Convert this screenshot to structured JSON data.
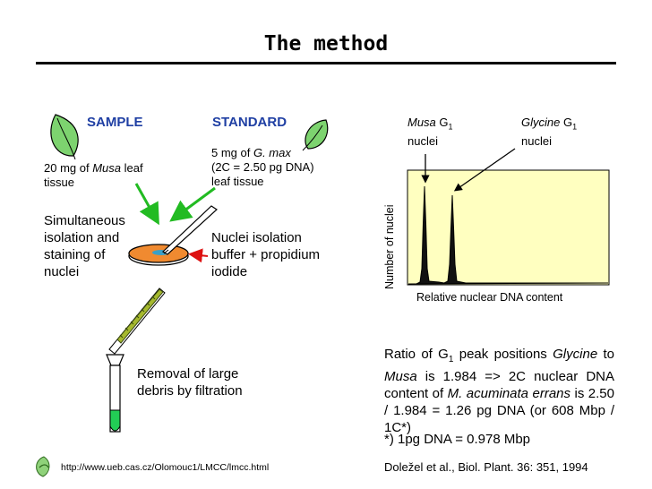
{
  "title": "The method",
  "sample": {
    "heading": "SAMPLE",
    "desc_pre": "20 mg of ",
    "desc_species": "Musa",
    "desc_post": " leaf",
    "desc_line2": "tissue",
    "step1_lines": [
      "Simultaneous",
      "isolation and",
      "staining of",
      "nuclei"
    ]
  },
  "standard": {
    "heading": "STANDARD",
    "desc_line1_pre": "5 mg of ",
    "desc_species": "G. max",
    "desc_line2": "(2C = 2.50 pg DNA)",
    "desc_line3": "leaf tissue",
    "buffer_lines": [
      "Nuclei isolation",
      "buffer + propidium",
      "iodide"
    ]
  },
  "filtration": {
    "lines": [
      "Removal of large",
      "debris by filtration"
    ]
  },
  "histogram": {
    "peak1_species": "Musa",
    "peak1_rest": " G",
    "peak1_sub": "1",
    "peak1_line2": "nuclei",
    "peak2_species": "Glycine",
    "peak2_rest": " G",
    "peak2_sub": "1",
    "peak2_line2": "nuclei",
    "ylabel": "Number of nuclei",
    "xlabel": "Relative nuclear DNA content",
    "bg_color": "#ffffc0"
  },
  "ratio": {
    "p1": "Ratio of G",
    "p1_sub": "1",
    "p2": " peak positions ",
    "p2_i": "Glycine",
    "p3": " to ",
    "p3_i": "Musa",
    "p4": " is 1.984 => 2C nuclear DNA content of ",
    "p4_i": "M. acuminata errans",
    "p5": " is 2.50 / 1.984 = 1.26 pg DNA (or 608 Mbp / 1C*)",
    "note": "*) 1pg DNA = 0.978 Mbp"
  },
  "footer": {
    "url": "http://www.ueb.cas.cz/Olomouc1/LMCC/lmcc.html",
    "citation": "Doležel et al., Biol. Plant. 36: 351, 1994"
  },
  "colors": {
    "leaf": "#7dd36f",
    "arrow_green": "#22bb22",
    "arrow_red": "#dd1111",
    "heading": "#1f3fa3"
  }
}
